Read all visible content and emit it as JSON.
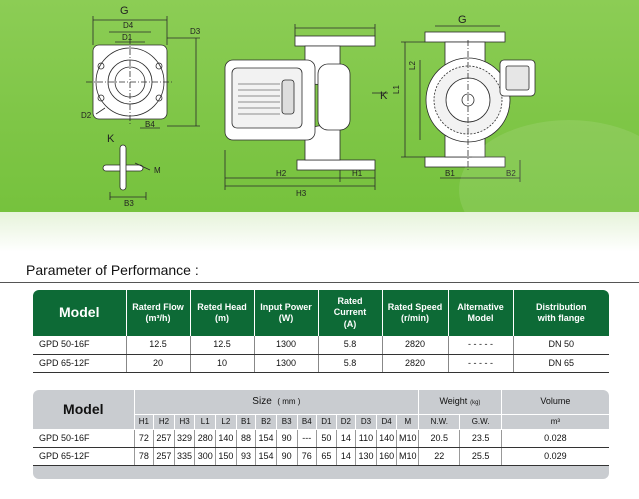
{
  "drawing": {
    "labels": {
      "G_left": "G",
      "D4": "D4",
      "D1": "D1",
      "D3": "D3",
      "D2": "D2",
      "B4": "B4",
      "K_left": "K",
      "M": "M",
      "B3": "B3",
      "H2": "H2",
      "H3": "H3",
      "H1": "H1",
      "K_mid": "K",
      "G_right": "G",
      "L1": "L1",
      "L2": "L2",
      "B1": "B1",
      "B2": "B2"
    }
  },
  "heading": "Parameter of Performance :",
  "performance": {
    "model_label": "Model",
    "headers": [
      [
        "Raterd Flow",
        "(m³/h)"
      ],
      [
        "Reted Head",
        "(m)"
      ],
      [
        "Input Power",
        "(W)"
      ],
      [
        "Rated Current",
        "(A)"
      ],
      [
        "Rated Speed",
        "(r/min)"
      ],
      [
        "Alternative",
        "Model"
      ],
      [
        "Distribution",
        "with flange"
      ]
    ],
    "rows": [
      [
        "GPD 50-16F",
        "12.5",
        "12.5",
        "1300",
        "5.8",
        "2820",
        "- - - - -",
        "DN 50"
      ],
      [
        "GPD 65-12F",
        "20",
        "10",
        "1300",
        "5.8",
        "2820",
        "- - - - -",
        "DN 65"
      ]
    ]
  },
  "size": {
    "model_label": "Model",
    "size_label": "Size",
    "size_unit": "( mm )",
    "weight_label": "Weight",
    "weight_unit": "(kg)",
    "volume_label": "Volume",
    "columns": [
      "H1",
      "H2",
      "H3",
      "L1",
      "L2",
      "B1",
      "B2",
      "B3",
      "B4",
      "D1",
      "D2",
      "D3",
      "D4",
      "M",
      "N.W.",
      "G.W.",
      "m³"
    ],
    "rows": [
      [
        "GPD 50-16F",
        "72",
        "257",
        "329",
        "280",
        "140",
        "88",
        "154",
        "90",
        "---",
        "50",
        "14",
        "110",
        "140",
        "M10",
        "20.5",
        "23.5",
        "0.028"
      ],
      [
        "GPD 65-12F",
        "78",
        "257",
        "335",
        "300",
        "150",
        "93",
        "154",
        "90",
        "76",
        "65",
        "14",
        "130",
        "160",
        "M10",
        "22",
        "25.5",
        "0.029"
      ]
    ]
  }
}
